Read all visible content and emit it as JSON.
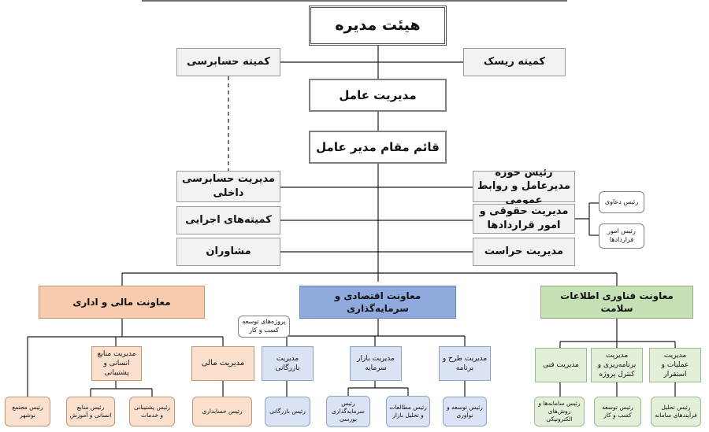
{
  "board": {
    "label": "هیئت مدیره"
  },
  "committees": {
    "audit": "کمیته حسابرسی",
    "risk": "کمیته ریسک"
  },
  "ceo": {
    "label": "مدیریت عامل"
  },
  "deputy_ceo": {
    "label": "قائم مقام مدیر عامل"
  },
  "staff_left": {
    "internal_audit": "مدیریت حسابرسی داخلی",
    "exec_committees": "کمیته‌های اجرایی",
    "advisors": "مشاوران"
  },
  "staff_right": {
    "ceo_office": "رئیس حوزه مدیرعامل و روابط عمومی",
    "legal": "مدیریت حقوقی و امور قراردادها",
    "security": "مدیریت حراست"
  },
  "legal_subs": {
    "claims": "رئیس دعاوی",
    "contracts": "رئیس امور قراردادها"
  },
  "deputies": {
    "finance": "معاونت مالی و اداری",
    "economic": "معاونت اقتصادی و سرمایه‌گذاری",
    "it": "معاونت فناوری اطلاعات سلامت"
  },
  "note_box": "پروژه‌های توسعه کسب و کار",
  "managers": {
    "hr": "مدیریت منابع انسانی و پشتیبانی",
    "financial": "مدیریت مالی",
    "commerce": "مدیریت بازرگانی",
    "capital_market": "مدیریت بازار سرمایه",
    "planning": "مدیریت طرح و برنامه",
    "technical": "مدیریت فنی",
    "project_planning": "مدیریت برنامه‌ریزی و کنترل پروژه",
    "operations": "مدیریت عملیات و استقرار"
  },
  "heads": {
    "complex": "رئیس مجتمع نوشهر",
    "hr_training": "رئیس منابع انسانی و آموزش",
    "support": "رئیس پشتیبانی و خدمات",
    "accounting": "رئیس حسابداری",
    "commerce": "رئیس بازرگانی",
    "stock": "رئیس سرمایه‌گذاری بورسی",
    "market_research": "رئیس مطالعات و تحلیل بازار",
    "innovation": "رئیس توسعه و نوآوری",
    "e_systems": "رئیس سامانه‌ها و روش‌های الکترونیکی",
    "biz_dev": "رئیس توسعه کسب و کار",
    "process": "رئیس تحلیل فرآیندهای سامانه"
  },
  "colors": {
    "finance": "#f8cbad",
    "economic": "#8faadc",
    "it": "#c5e0b4",
    "staff": "#f2f2f2",
    "line": "#1a1a1a"
  }
}
